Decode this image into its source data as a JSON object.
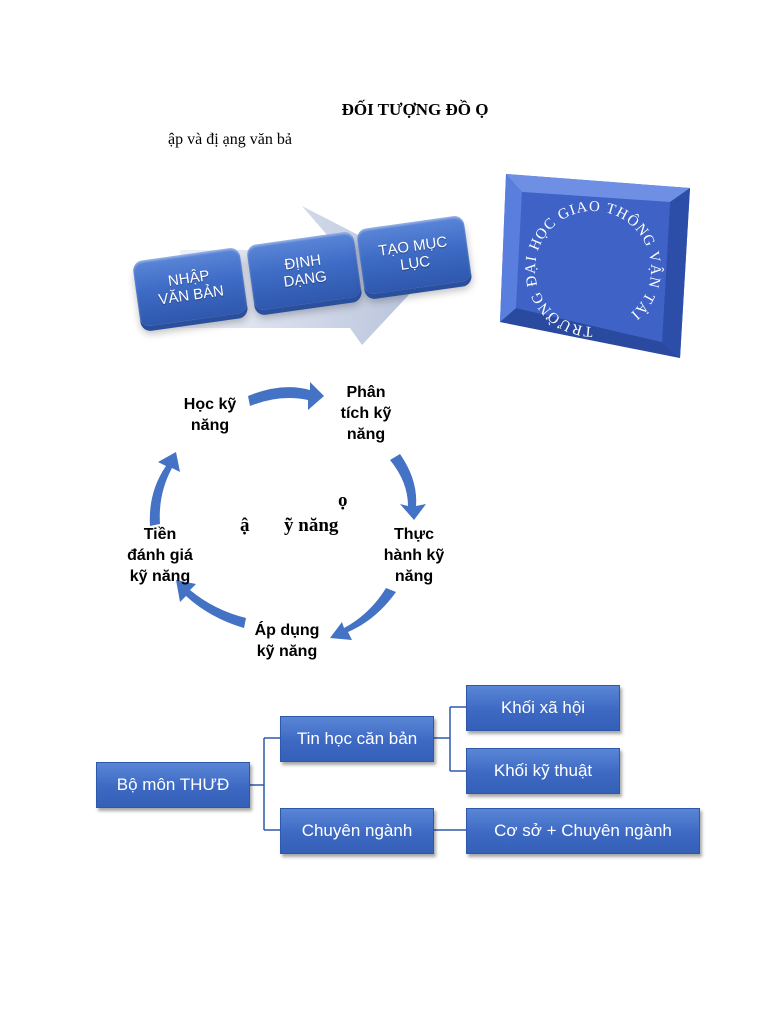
{
  "document": {
    "title": "ĐỐI TƯỢNG ĐỒ Ọ",
    "subtitle": "ập và đị ạng văn bả"
  },
  "process": {
    "steps": [
      "NHẬP\nVĂN BẢN",
      "ĐỊNH\nDẠNG",
      "TẠO MỤC\nLỤC"
    ]
  },
  "frame": {
    "circular_text": "TRƯỜNG ĐẠI HỌC GIAO THÔNG VẬN TẢI"
  },
  "cycle": {
    "center_line1": "ọ",
    "center_line2_a": "ậ",
    "center_line2_b": "ỹ năng",
    "nodes": {
      "hoc": "Học kỹ\nnăng",
      "phantich": "Phân\ntích kỹ\nnăng",
      "thuchanh": "Thực\nhành kỹ\nnăng",
      "apdung": "Áp dụng\nkỹ năng",
      "tiendanhgia": "Tiền\nđánh giá\nkỹ năng"
    }
  },
  "org": {
    "root": "Bộ môn THƯĐ",
    "branch1": "Tin học căn bản",
    "branch1_children": [
      "Khối xã hội",
      "Khối kỹ thuật"
    ],
    "branch2": "Chuyên ngành",
    "branch2_children": [
      "Cơ sở + Chuyên ngành"
    ]
  },
  "colors": {
    "primary_blue": "#4472c4",
    "dark_blue": "#2f58ad",
    "frame_blue": "#3d63c8"
  }
}
